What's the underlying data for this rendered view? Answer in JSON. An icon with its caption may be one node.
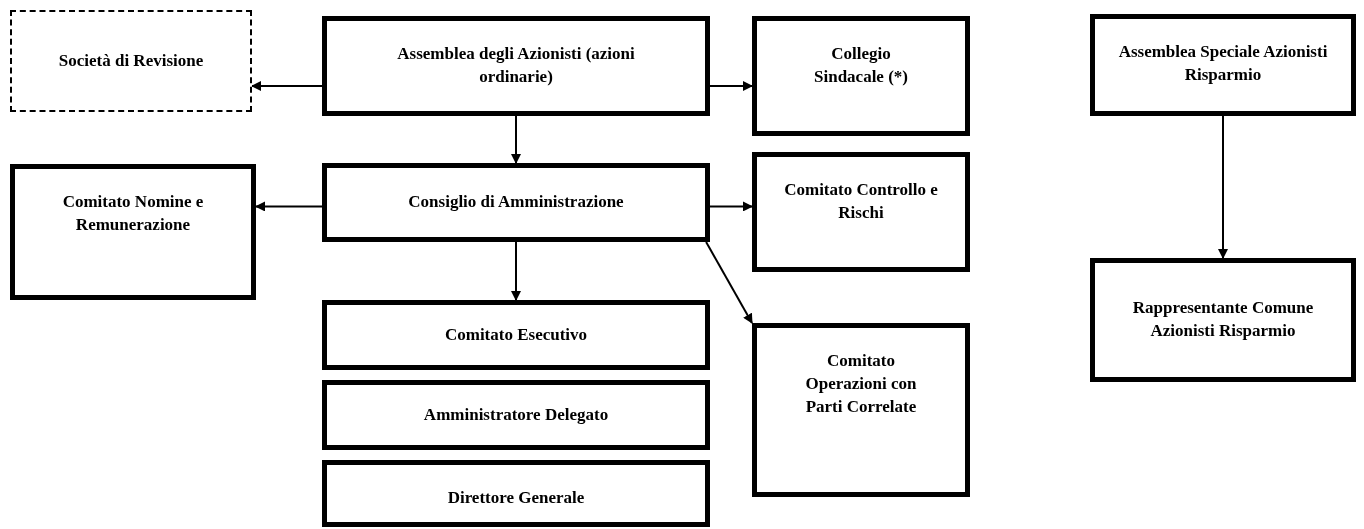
{
  "diagram": {
    "nodes": [
      {
        "text": [
          "Società di Revisione"
        ]
      },
      {
        "text": [
          "Assemblea degli Azionisti (azioni ordinarie)"
        ]
      },
      {
        "text": [
          "Collegio Sindacale (*)"
        ]
      },
      {
        "text": [
          "Assemblea Speciale Azionisti Risparmio"
        ]
      },
      {
        "text": [
          "Comitato Nomine e Remunerazione"
        ]
      },
      {
        "text": [
          "Consiglio di Amministrazione"
        ]
      },
      {
        "text": [
          "Comitato Controllo e Rischi"
        ]
      },
      {
        "text": [
          "Comitato Esecutivo"
        ]
      },
      {
        "text": [
          "Amministratore Delegato"
        ]
      },
      {
        "text": [
          "Direttore Generale"
        ]
      },
      {
        "text": [
          "Comitato Operazioni con Parti Correlate"
        ]
      },
      {
        "text": [
          "Rappresentante Comune Azionisti Risparmio"
        ]
      }
    ],
    "edges": [
      {
        "from": 1,
        "to": 0,
        "arrow": "to"
      },
      {
        "from": 1,
        "to": 2,
        "arrow": "to"
      },
      {
        "from": 1,
        "to": 5,
        "arrow": "to"
      },
      {
        "from": 5,
        "to": 4,
        "arrow": "to"
      },
      {
        "from": 5,
        "to": 6,
        "arrow": "to"
      },
      {
        "from": 5,
        "to": 7,
        "arrow": "to"
      },
      {
        "from": 5,
        "to": 10,
        "arrow": "to"
      },
      {
        "from": 3,
        "to": 11,
        "arrow": "to"
      }
    ]
  }
}
